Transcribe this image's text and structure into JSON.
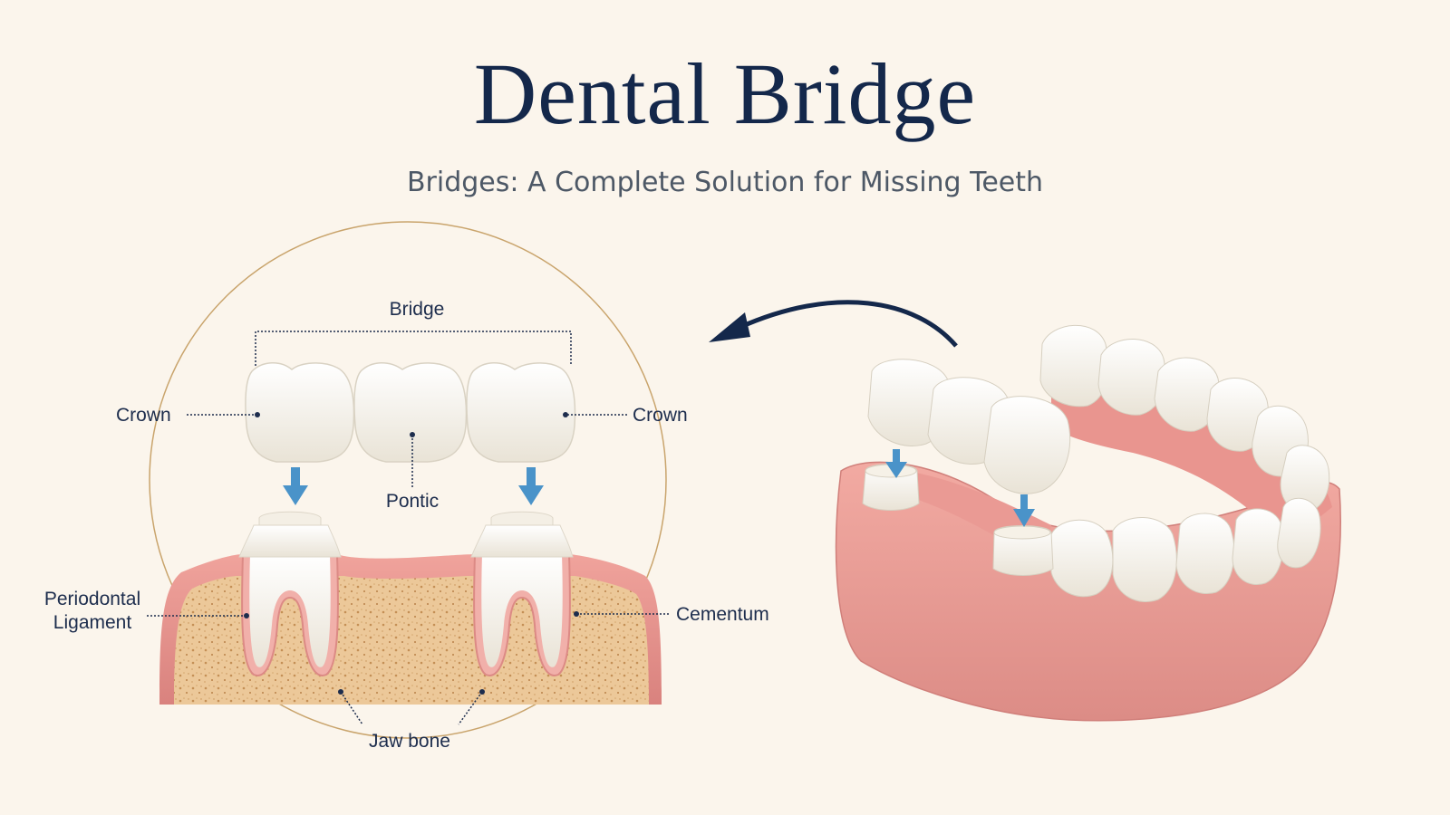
{
  "header": {
    "title": "Dental Bridge",
    "subtitle": "Bridges: A Complete Solution for Missing Teeth"
  },
  "cross_section": {
    "labels": {
      "bridge": "Bridge",
      "crown_left": "Crown",
      "crown_right": "Crown",
      "pontic": "Pontic",
      "periodontal_line1": "Periodontal",
      "periodontal_line2": "Ligament",
      "cementum": "Cementum",
      "jaw_bone": "Jaw bone"
    }
  },
  "colors": {
    "background": "#fbf5ec",
    "title": "#14284b",
    "gum": "#e48f8a",
    "bone": "#e8c592",
    "tooth": "#f6f2e9",
    "arrow_blue": "#4a93c9",
    "circle": "#c9a46c"
  }
}
